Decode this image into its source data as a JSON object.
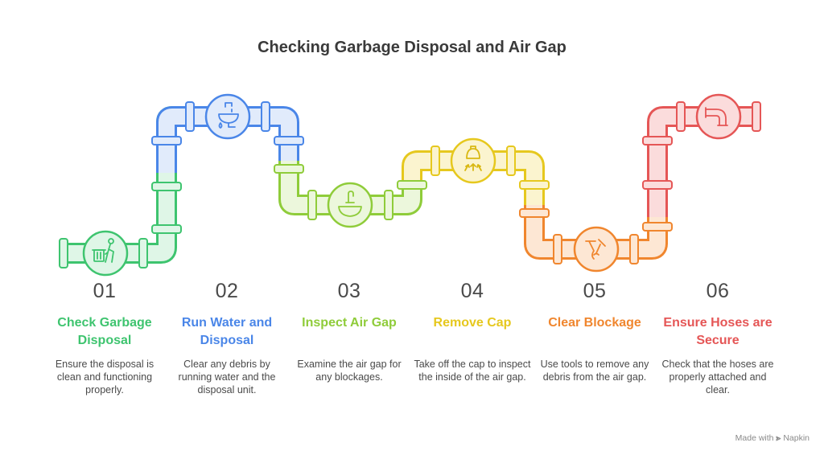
{
  "title": "Checking Garbage Disposal and Air Gap",
  "steps": [
    {
      "number": "01",
      "title": "Check Garbage Disposal",
      "description": "Ensure the disposal is clean and functioning properly.",
      "color": "#3ec46f",
      "icon": "person-trash-icon"
    },
    {
      "number": "02",
      "title": "Run Water and Disposal",
      "description": "Clear any debris by running water and the disposal unit.",
      "color": "#4a86e8",
      "icon": "sink-faucet-icon"
    },
    {
      "number": "03",
      "title": "Inspect Air Gap",
      "description": "Examine the air gap for any blockages.",
      "color": "#8fcc3a",
      "icon": "bowl-faucet-icon"
    },
    {
      "number": "04",
      "title": "Remove Cap",
      "description": "Take off the cap to inspect the inside of the air gap.",
      "color": "#e6c81e",
      "icon": "cap-arrows-icon"
    },
    {
      "number": "05",
      "title": "Clear Blockage",
      "description": "Use tools to remove any debris from the air gap.",
      "color": "#f0862e",
      "icon": "tools-icon"
    },
    {
      "number": "06",
      "title": "Ensure Hoses are Secure",
      "description": "Check that the hoses are properly attached and clear.",
      "color": "#e55656",
      "icon": "hose-pipe-icon"
    }
  ],
  "footer": {
    "prefix": "Made with",
    "brand": "Napkin"
  }
}
